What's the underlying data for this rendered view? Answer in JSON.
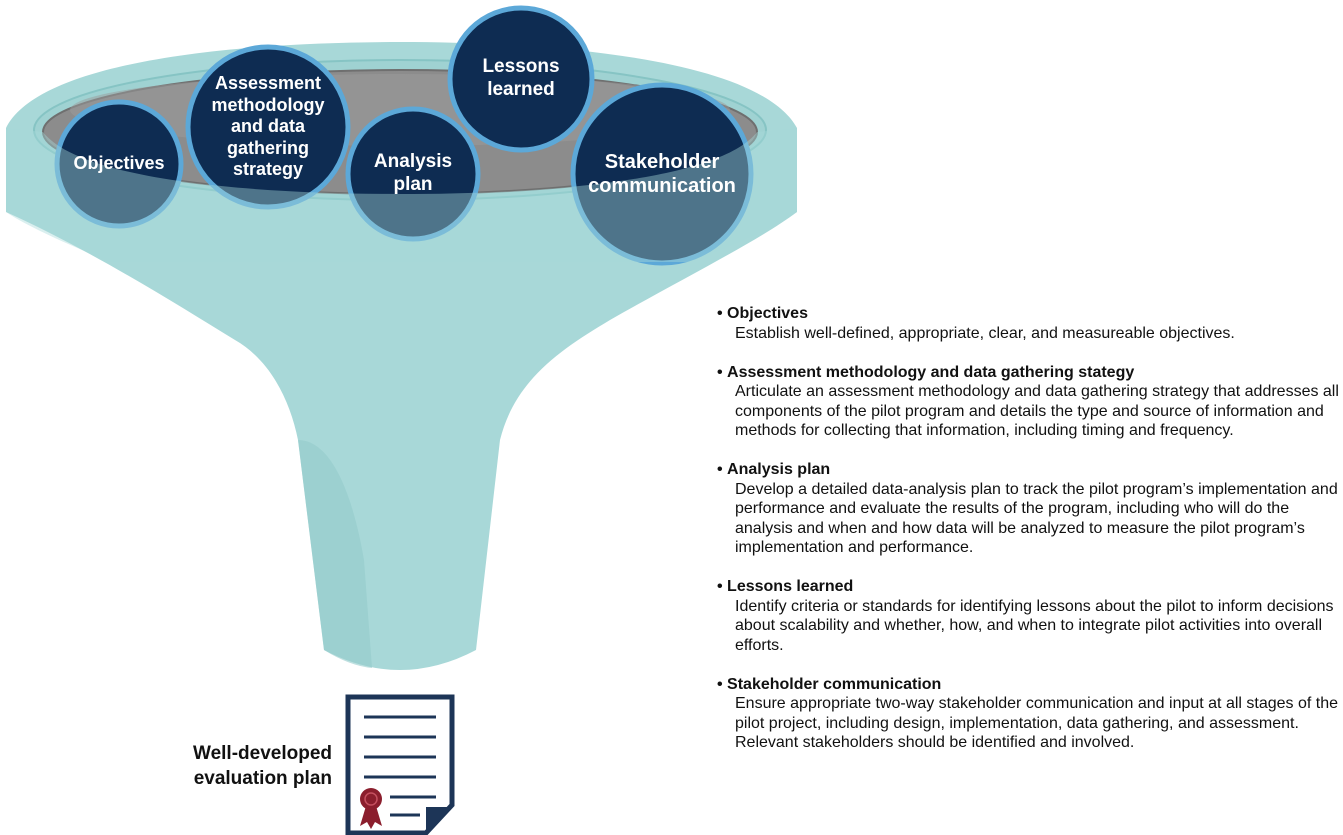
{
  "diagram": {
    "circles": [
      {
        "id": "objectives",
        "label": "Objectives"
      },
      {
        "id": "assessment",
        "label": "Assessment\nmethodology\nand data\ngathering\nstrategy"
      },
      {
        "id": "analysis",
        "label": "Analysis\nplan"
      },
      {
        "id": "lessons",
        "label": "Lessons\nlearned"
      },
      {
        "id": "stakeholder",
        "label": "Stakeholder\ncommunication"
      }
    ],
    "output_label": "Well-developed\nevaluation plan",
    "colors": {
      "funnel": "#a8d8d8",
      "funnel_dark": "#94cccc",
      "funnel_rim": "#7fbdbd",
      "funnel_mouth": "#8c8c8c",
      "circle_fill": "#0e2c52",
      "circle_border": "#5ca8d8",
      "document_border": "#1d3557",
      "seal": "#8b1e2d"
    },
    "icons": [
      "document-icon",
      "seal-icon"
    ]
  },
  "descriptions": [
    {
      "title": "Objectives",
      "text": "Establish well-defined, appropriate, clear, and measureable objectives."
    },
    {
      "title": "Assessment methodology and data gathering stategy",
      "text": "Articulate an assessment methodology and data gathering strategy that addresses all components of the pilot program and details the type and source of information and methods for collecting that information, including timing and frequency."
    },
    {
      "title": "Analysis plan",
      "text": "Develop a detailed data-analysis plan to track the pilot program’s implementation and performance and evaluate the results of the program, including who will do the analysis and when and how data will be analyzed to measure the pilot program’s implementation and performance."
    },
    {
      "title": "Lessons learned",
      "text": "Identify criteria or standards for identifying lessons about the pilot to inform decisions about scalability and whether, how, and when to integrate pilot activities into overall efforts."
    },
    {
      "title": "Stakeholder communication",
      "text": "Ensure appropriate two-way stakeholder communication and input at all stages of the pilot project, including design, implementation, data gathering, and assessment. Relevant stakeholders should be identified and involved."
    }
  ]
}
